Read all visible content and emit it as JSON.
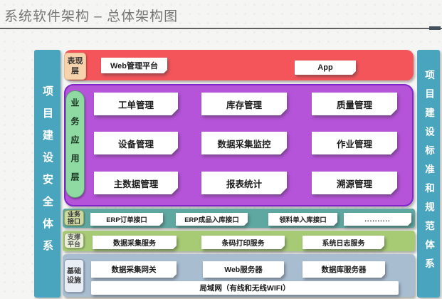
{
  "page": {
    "title": "系统软件架构 – 总体架构图"
  },
  "colors": {
    "sidebar": "#49a5be",
    "presentation_band": "#f4555b",
    "presentation_tag_bg": "#f6d3ac",
    "business_band": "#b553d9",
    "business_band_border": "#8026c9",
    "business_tag_bg": "#8fd9a3",
    "interface_band": "#5fa8a1",
    "interface_tag_bg": "#ccd9a0",
    "platform_band": "#a6cb74",
    "infrastructure_band": "#a9bdd1"
  },
  "sidebars": {
    "left": "项目建设安全体系",
    "right": "项目建设标准和规范体系"
  },
  "presentation": {
    "label": "表现层",
    "items": [
      "Web管理平台",
      "App"
    ]
  },
  "business": {
    "label": "业务应用层",
    "rows": [
      [
        "工单管理",
        "库存管理",
        "质量管理"
      ],
      [
        "设备管理",
        "数据采集监控",
        "作业管理"
      ],
      [
        "主数据管理",
        "报表统计",
        "溯源管理"
      ]
    ]
  },
  "interface": {
    "label": "业务接口",
    "items": [
      "ERP订单接口",
      "ERP成品入库接口",
      "领料单入库接口",
      ".........."
    ]
  },
  "platform": {
    "label": "支撑平台",
    "items": [
      "数据采集服务",
      "条码打印服务",
      "系统日志服务"
    ]
  },
  "infrastructure": {
    "label": "基础设施",
    "items": [
      "数据采集网关",
      "Web服务器",
      "数据库服务器"
    ],
    "network": "局域网（有线和无线WIFI）"
  }
}
